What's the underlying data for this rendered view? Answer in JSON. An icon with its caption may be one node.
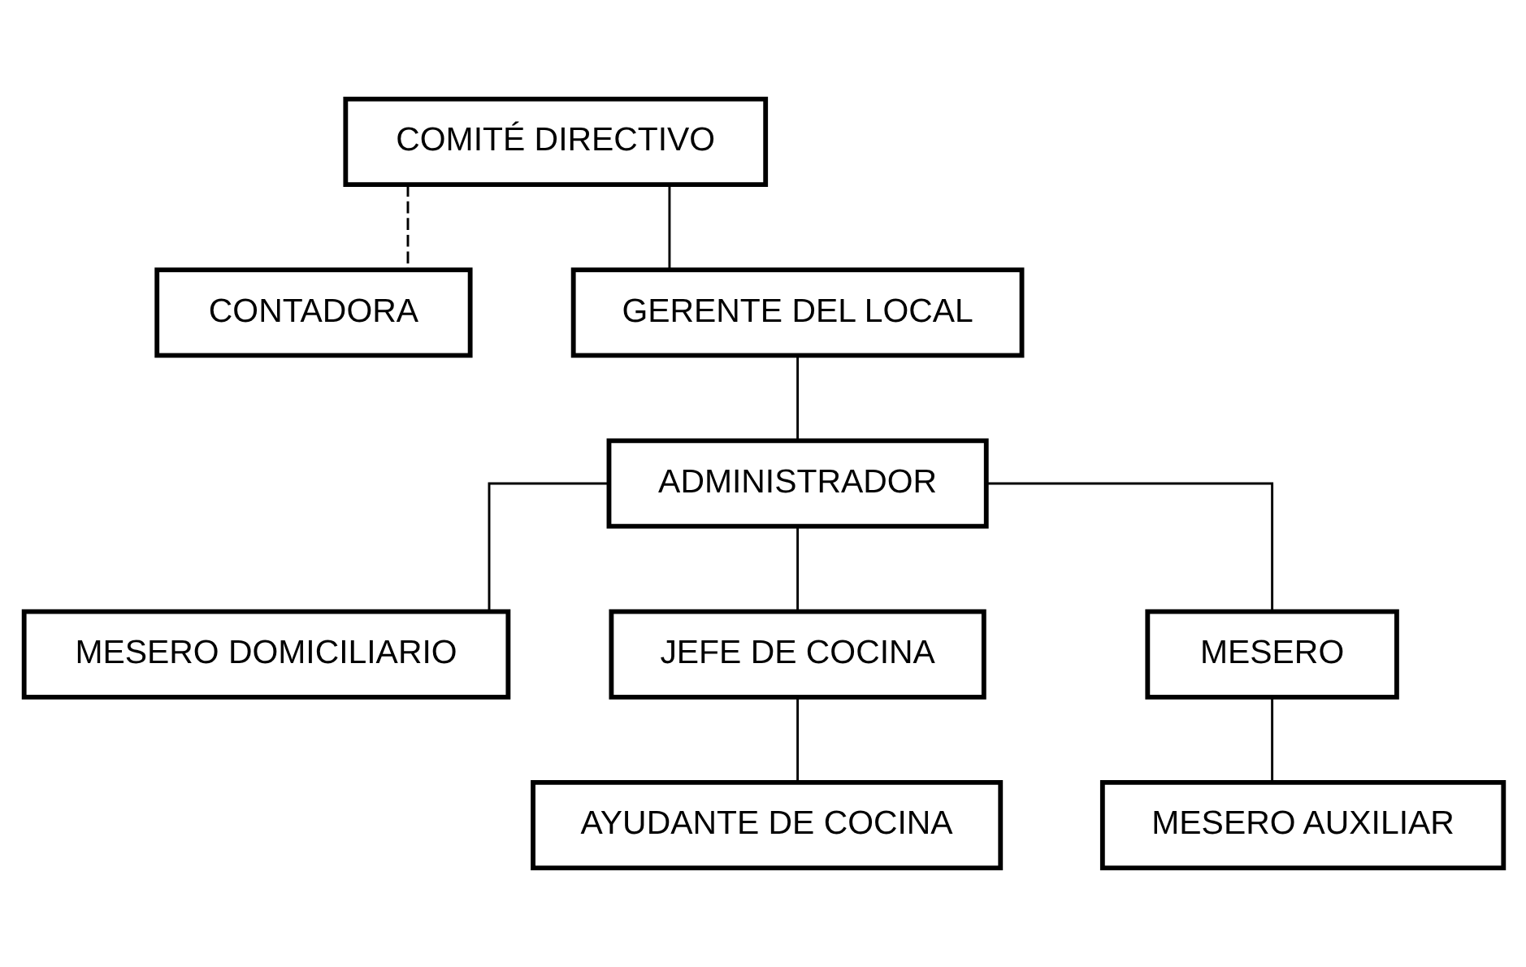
{
  "diagram": {
    "nodes": [
      {
        "text": [
          "COMITÉ DIRECTIVO"
        ]
      },
      {
        "text": [
          "CONTADORA"
        ]
      },
      {
        "text": [
          "GERENTE DEL LOCAL"
        ]
      },
      {
        "text": [
          "ADMINISTRADOR"
        ]
      },
      {
        "text": [
          "MESERO DOMICILIARIO"
        ]
      },
      {
        "text": [
          "JEFE DE COCINA"
        ]
      },
      {
        "text": [
          "MESERO"
        ]
      },
      {
        "text": [
          "AYUDANTE DE COCINA"
        ]
      },
      {
        "text": [
          "MESERO AUXILIAR"
        ]
      }
    ],
    "edges": [
      {
        "from": 0,
        "to": 1,
        "arrow": "none",
        "style": "dashed"
      },
      {
        "from": 0,
        "to": 2,
        "arrow": "none"
      },
      {
        "from": 2,
        "to": 3,
        "arrow": "none"
      },
      {
        "from": 3,
        "to": 4,
        "arrow": "none"
      },
      {
        "from": 3,
        "to": 5,
        "arrow": "none"
      },
      {
        "from": 3,
        "to": 6,
        "arrow": "none"
      },
      {
        "from": 5,
        "to": 7,
        "arrow": "none"
      },
      {
        "from": 6,
        "to": 8,
        "arrow": "none"
      }
    ]
  }
}
